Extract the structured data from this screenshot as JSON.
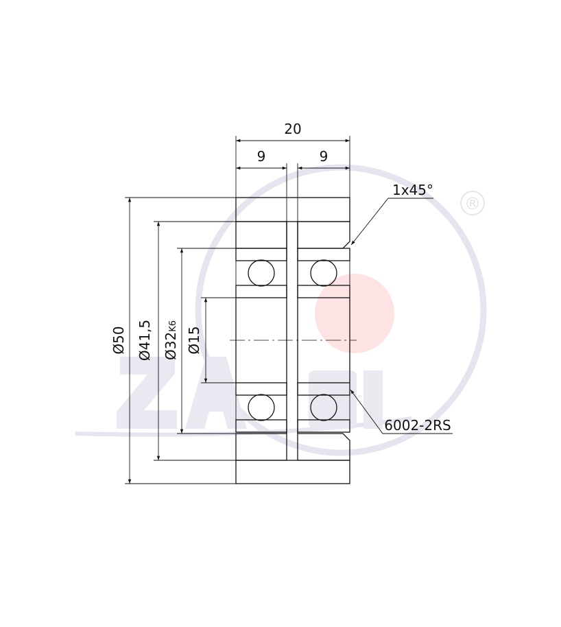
{
  "drawing": {
    "dimensions": {
      "overall_width": "20",
      "left_bearing_width": "9",
      "right_bearing_width": "9",
      "dia_outer": "Ø50",
      "dia_hub": "Ø41,5",
      "dia_bearing_outer": "Ø32",
      "dia_bearing_outer_fit": "K6",
      "dia_bore": "Ø15"
    },
    "callouts": {
      "chamfer": "1x45°",
      "bearing": "6002-2RS"
    },
    "watermark": {
      "registered_mark": "®",
      "accent_color": "#fde3e3",
      "brand_color": "#e4e5ee"
    }
  }
}
